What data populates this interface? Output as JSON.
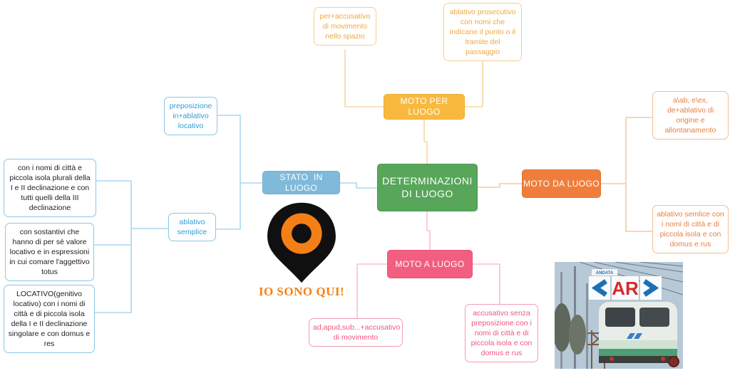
{
  "central": {
    "label": "DETERMINAZIONI DI LUOGO",
    "color": "#57A65A"
  },
  "branches": {
    "moto_per_luogo": {
      "label": "MOTO PER LUOGO",
      "color": "#F9B93F",
      "notes": [
        "per+accusativo di movimento nello spazio",
        "ablativo prosecutivo con nomi che indicano il punto o il tramite del passaggio"
      ]
    },
    "stato_in_luogo": {
      "label": "STATO  IN LUOGO",
      "color": "#7FBADA",
      "notes": [
        "preposizione in+ablativo locativo",
        "ablativo semplice",
        "con i nomi di città e piccola isola plurali della I e II declinazione e con tutti quelli della III declinazione",
        "con sostantivi che hanno di per sè valore locativo e in espressioni in cui comare l'aggettivo totus",
        "LOCATIVO(genitivo locativo) con i nomi di città e di piccola isola della I e II declinazione singolare e con domus e res"
      ]
    },
    "moto_da_luogo": {
      "label": "MOTO DA LUOGO",
      "color": "#EF7E3D",
      "notes": [
        "a\\ab, e\\ex, de+ablativo di origine e allontanamento",
        "ablativo semlice con i nomi di città e di piccola isola e con domus e rus"
      ]
    },
    "moto_a_luogo": {
      "label": "MOTO A LUOGO",
      "color": "#F25E80",
      "notes": [
        "ad,apud,sub...+accusativo di movimento",
        "accusativo senza preposizione con i nomi di città e di piccola isola e con domus e rus"
      ]
    }
  },
  "figures": {
    "pin": {
      "caption": "IO SONO QUI!"
    },
    "train": {
      "sign_top": "ANDATA",
      "sign": "AR"
    }
  }
}
